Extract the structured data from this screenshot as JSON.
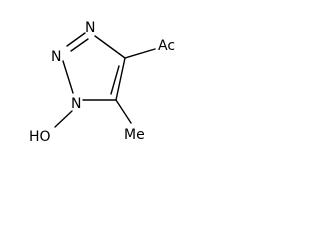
{
  "molecule": {
    "atoms": {
      "n3": "N",
      "n2": "N",
      "n1": "N",
      "acetyl": "Ac",
      "hydroxy": "HO",
      "methyl": "Me"
    },
    "colors": {
      "stroke": "#000000",
      "text": "#000000",
      "background": "#ffffff"
    }
  }
}
